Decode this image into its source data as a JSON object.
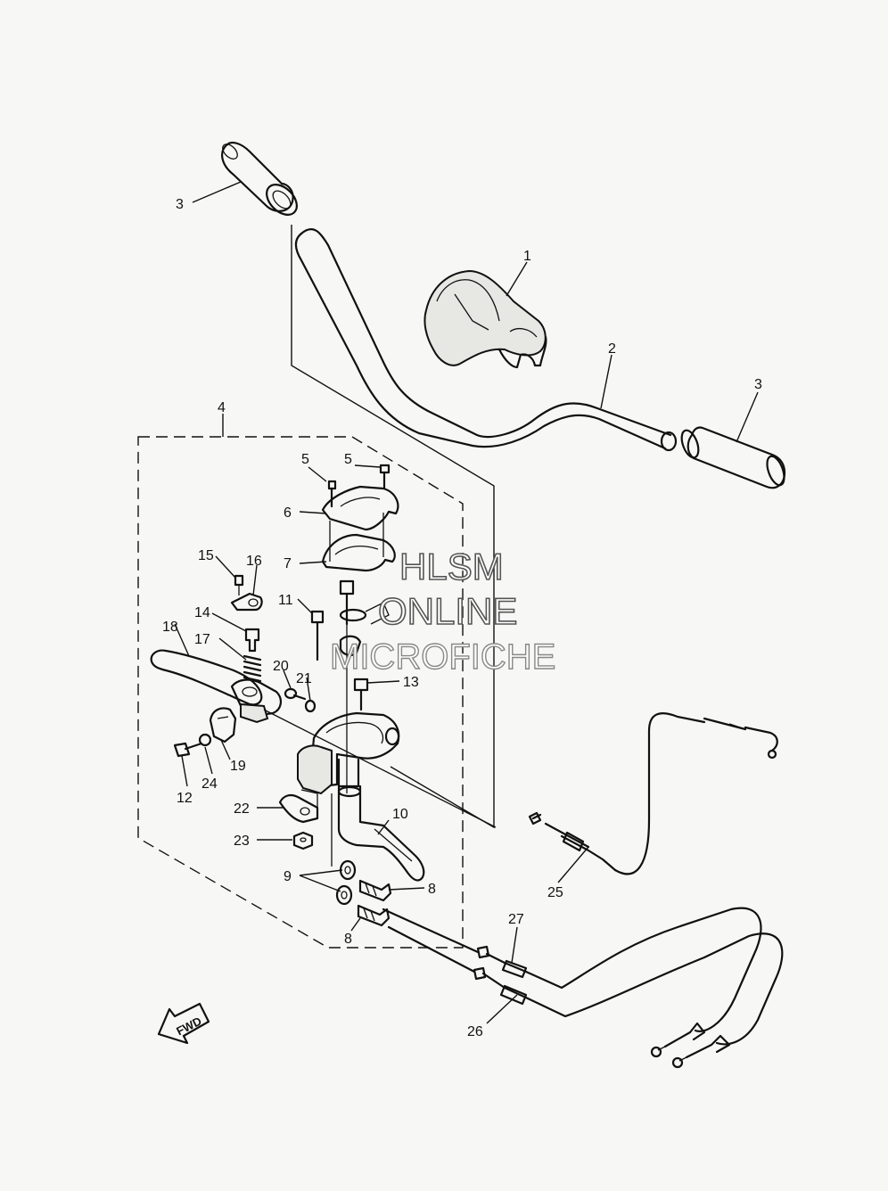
{
  "callouts": [
    {
      "id": "c1",
      "text": "1"
    },
    {
      "id": "c2",
      "text": "2"
    },
    {
      "id": "c3a",
      "text": "3"
    },
    {
      "id": "c3b",
      "text": "3"
    },
    {
      "id": "c4",
      "text": "4"
    },
    {
      "id": "c5a",
      "text": "5"
    },
    {
      "id": "c5b",
      "text": "5"
    },
    {
      "id": "c6",
      "text": "6"
    },
    {
      "id": "c7",
      "text": "7"
    },
    {
      "id": "c8a",
      "text": "8"
    },
    {
      "id": "c8b",
      "text": "8"
    },
    {
      "id": "c9",
      "text": "9"
    },
    {
      "id": "c10",
      "text": "10"
    },
    {
      "id": "c11",
      "text": "11"
    },
    {
      "id": "c12",
      "text": "12"
    },
    {
      "id": "c13",
      "text": "13"
    },
    {
      "id": "c14",
      "text": "14"
    },
    {
      "id": "c15",
      "text": "15"
    },
    {
      "id": "c16",
      "text": "16"
    },
    {
      "id": "c17",
      "text": "17"
    },
    {
      "id": "c18",
      "text": "18"
    },
    {
      "id": "c19",
      "text": "19"
    },
    {
      "id": "c20",
      "text": "20"
    },
    {
      "id": "c21",
      "text": "21"
    },
    {
      "id": "c22",
      "text": "22"
    },
    {
      "id": "c23",
      "text": "23"
    },
    {
      "id": "c24",
      "text": "24"
    },
    {
      "id": "c25",
      "text": "25"
    },
    {
      "id": "c26",
      "text": "26"
    },
    {
      "id": "c27",
      "text": "27"
    }
  ],
  "watermark": {
    "line1": "HLSM",
    "line2": "ONLINE",
    "line3": "MICROFICHE"
  },
  "fwd_label": "FWD"
}
